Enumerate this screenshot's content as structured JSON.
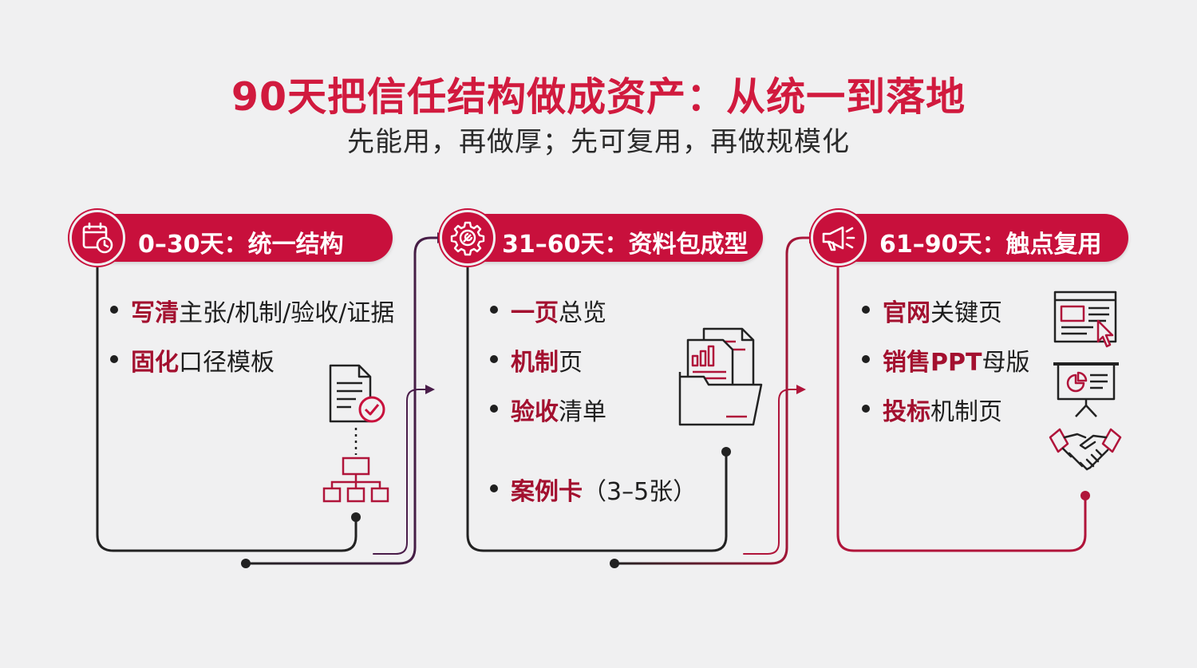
{
  "title": "90天把信任结构做成资产：从统一到落地",
  "subtitle": "先能用，再做厚；先可复用，再做规模化",
  "colors": {
    "accent": "#c8103c",
    "dark": "#222222",
    "highlight": "#a3102f",
    "background": "#f0f0f1"
  },
  "phases": [
    {
      "label": "0–30天：统一结构",
      "icon": "calendar-clock-icon",
      "items": [
        {
          "strong": "写清",
          "rest": "主张/机制/验收/证据"
        },
        {
          "strong": "固化",
          "rest": "口径模板"
        }
      ],
      "illustration": [
        "document-check-icon",
        "org-chart-icon"
      ]
    },
    {
      "label": "31–60天：资料包成型",
      "icon": "gear-icon",
      "items": [
        {
          "strong": "一页",
          "rest": "总览"
        },
        {
          "strong": "机制",
          "rest": "页"
        },
        {
          "strong": "验收",
          "rest": "清单"
        },
        {
          "strong": "案例卡",
          "rest": "（3–5张）"
        }
      ],
      "illustration": [
        "document-folder-icon"
      ]
    },
    {
      "label": "61–90天：触点复用",
      "icon": "megaphone-icon",
      "items": [
        {
          "strong": "官网",
          "rest": "关键页"
        },
        {
          "strong": "销售PPT",
          "rest": "母版"
        },
        {
          "strong": "投标",
          "rest": "机制页"
        }
      ],
      "illustration": [
        "webpage-cursor-icon",
        "presentation-board-icon",
        "handshake-icon"
      ]
    }
  ]
}
